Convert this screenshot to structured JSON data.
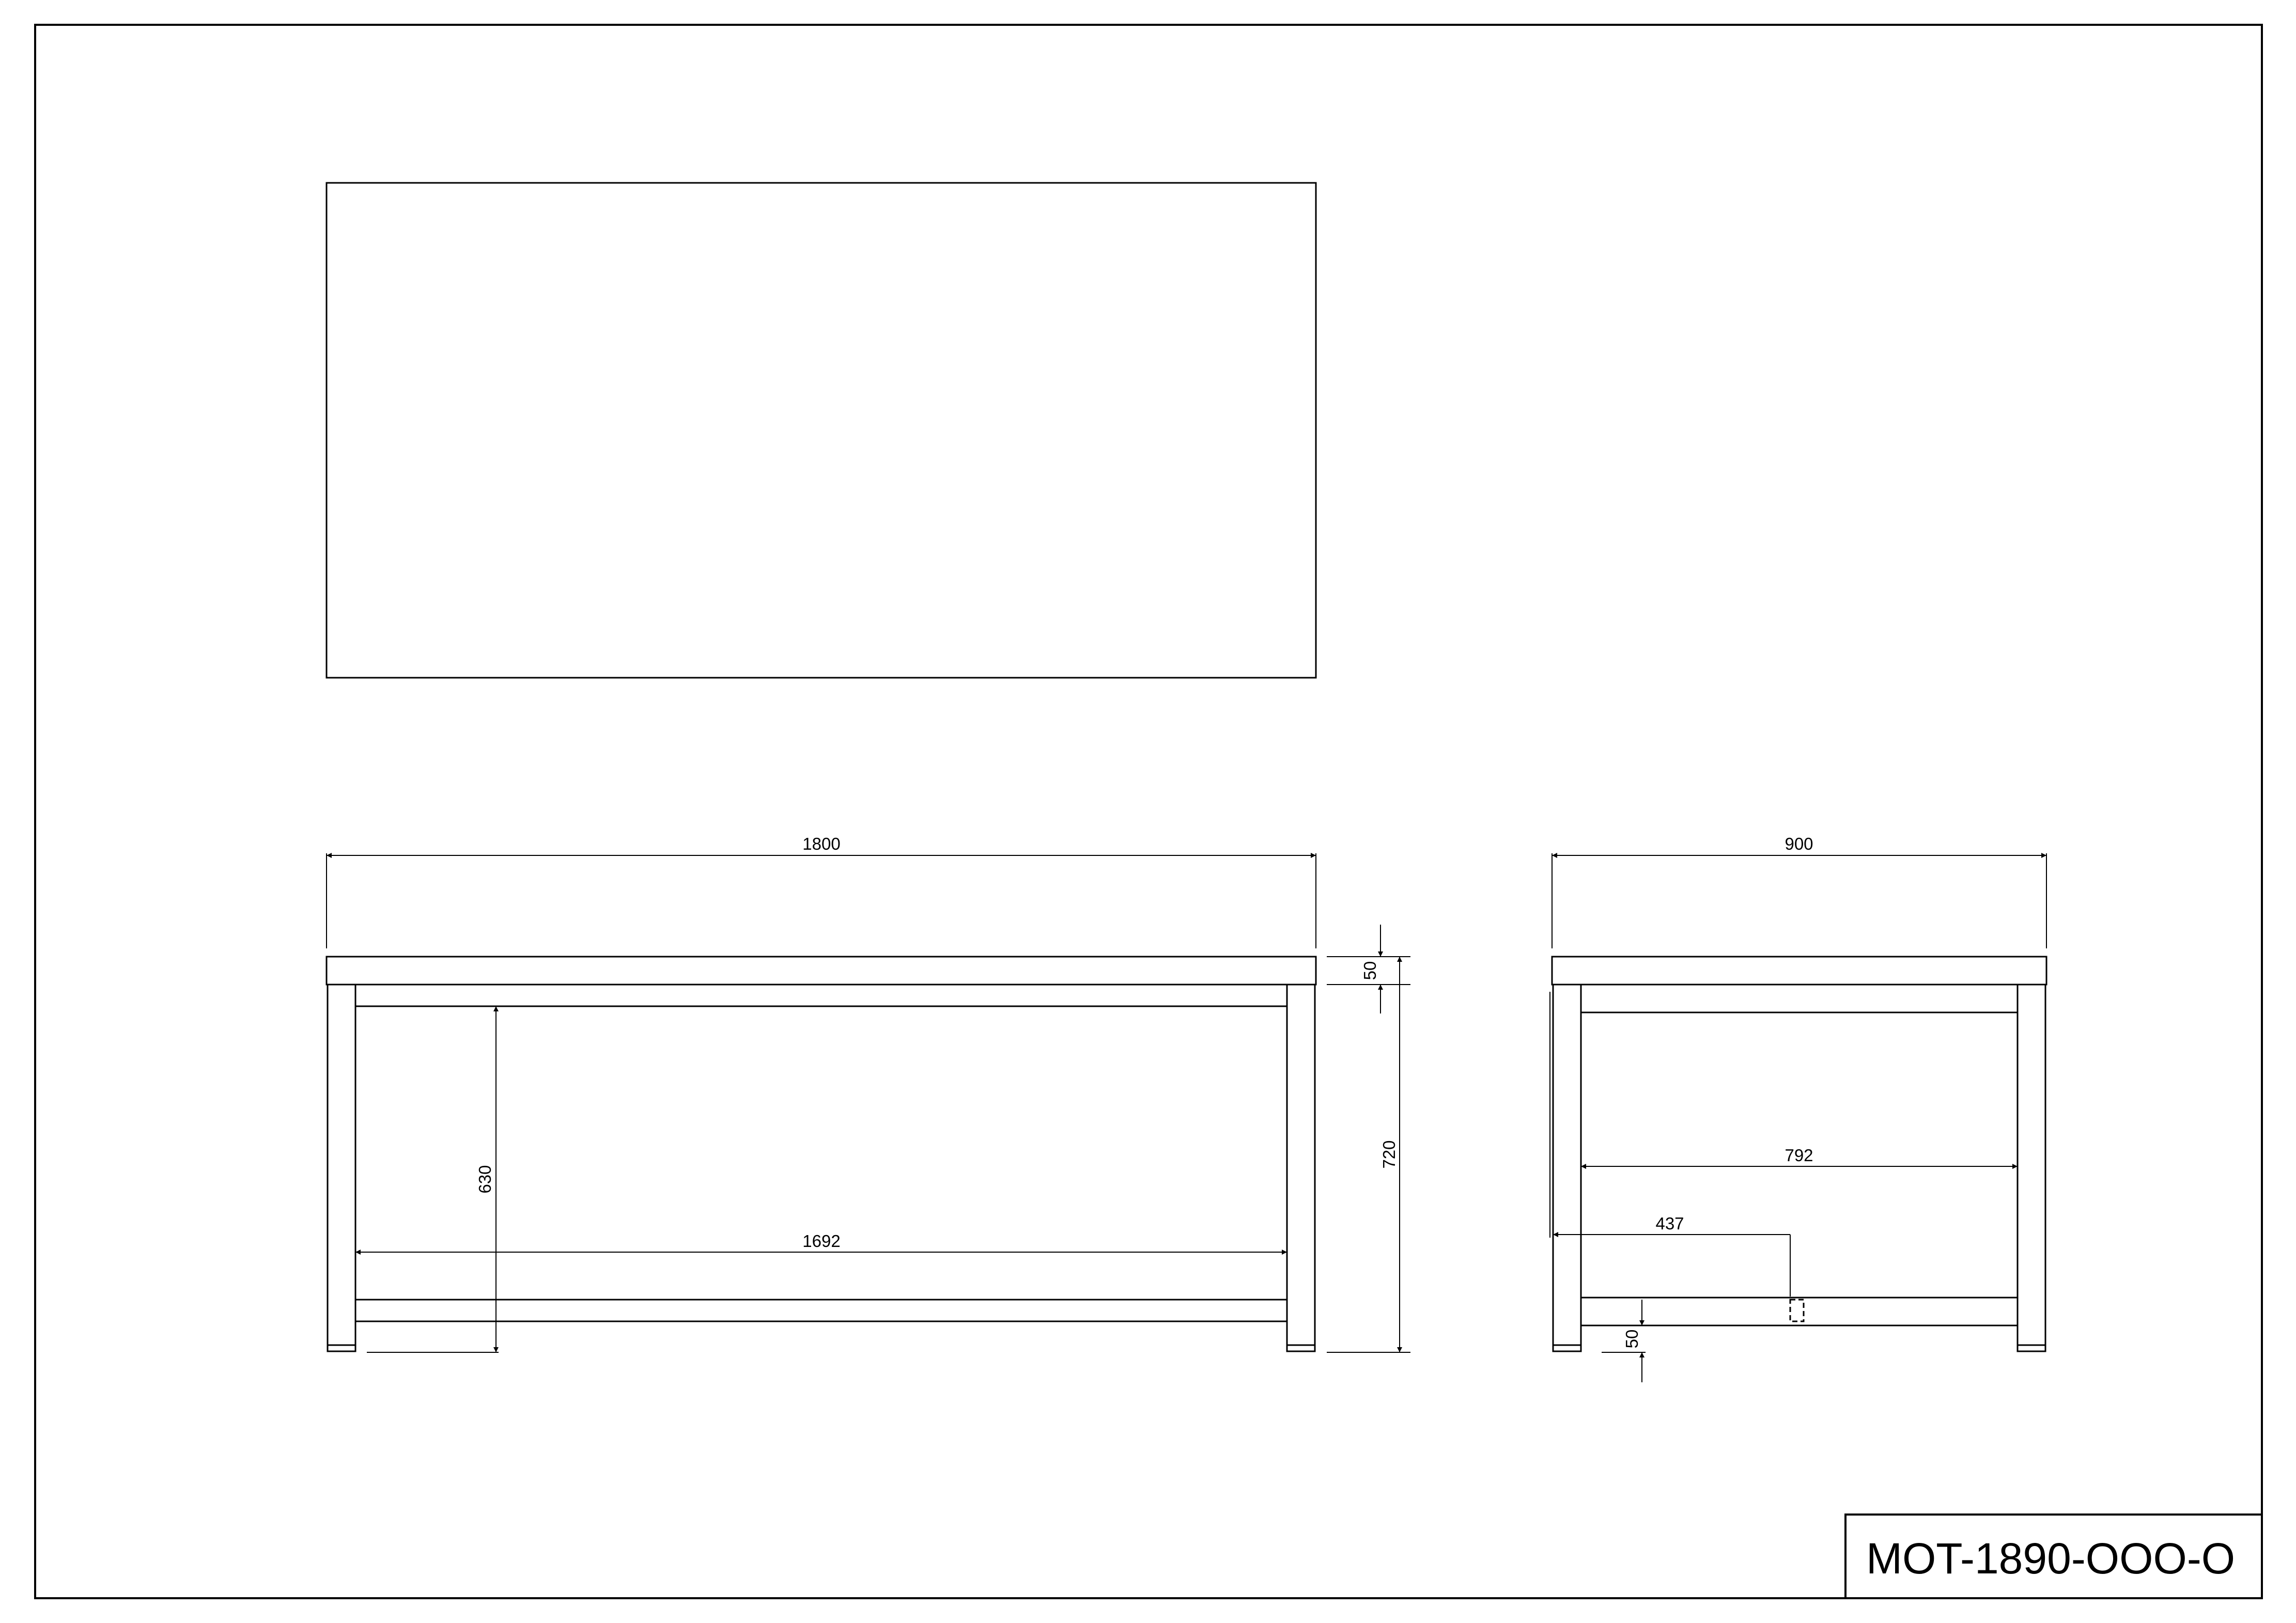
{
  "title_block": {
    "drawing_number": "MOT-1890-OOO-O"
  },
  "front_view": {
    "overall_width": "1800",
    "top_thickness": "50",
    "overall_height": "720",
    "clear_height": "630",
    "inner_width": "1692"
  },
  "side_view": {
    "overall_depth": "900",
    "inner_depth": "792",
    "center_offset": "437",
    "bottom_clearance": "50"
  }
}
